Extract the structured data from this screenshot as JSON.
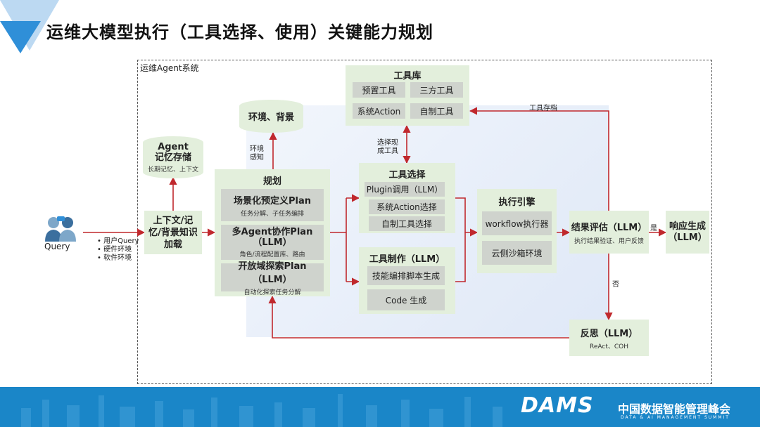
{
  "title": "运维大模型执行（工具选择、使用）关键能力规划",
  "system_label": "运维Agent系统",
  "query": {
    "label": "Query",
    "inputs": [
      "用户Query",
      "硬件环境",
      "软件环境"
    ]
  },
  "context_box": {
    "label": "上下文/记忆/背景知识加载"
  },
  "memory": {
    "title": "Agent记忆存储",
    "sub": "长期记忆、上下文"
  },
  "env": {
    "title": "环境、背景",
    "perceive_label": "环境感知"
  },
  "planning": {
    "title": "规划",
    "items": [
      {
        "title": "场景化预定义Plan",
        "sub": "任务分解、子任务编排"
      },
      {
        "title": "多Agent协作Plan（LLM）",
        "sub": "角色/流程配置库、路由"
      },
      {
        "title": "开放域探索Plan（LLM）",
        "sub": "自动化探索任务分解"
      }
    ]
  },
  "toolbox": {
    "title": "工具库",
    "items": [
      "预置工具",
      "三方工具",
      "系统Action",
      "自制工具"
    ]
  },
  "choose_label": "选择现成工具",
  "tool_select": {
    "title": "工具选择",
    "items": [
      "Plugin调用（LLM）",
      "系统Action选择",
      "自制工具选择"
    ]
  },
  "tool_make": {
    "title": "工具制作（LLM）",
    "items": [
      "技能编排脚本生成",
      "Code 生成"
    ]
  },
  "engine": {
    "title": "执行引擎",
    "items": [
      "workflow执行器",
      "云侧沙箱环境"
    ]
  },
  "evaluate": {
    "title": "结果评估（LLM）",
    "sub": "执行结果验证、用户反馈"
  },
  "response": {
    "title": "响应生成（LLM）"
  },
  "reflect": {
    "title": "反思（LLM）",
    "sub": "ReAct、COH"
  },
  "edges": {
    "yes": "是",
    "no": "否",
    "archive": "工具存档"
  },
  "footer": {
    "brand": "DAMS",
    "cn": "中国数据智能管理峰会",
    "en": "DATA & AI MANAGEMENT SUMMIT"
  },
  "colors": {
    "arrow": "#c0282d",
    "box": "#e3efdc",
    "inner": "#cfd3cd",
    "footer": "#1a86c8",
    "logo": "#2f8fd8"
  }
}
